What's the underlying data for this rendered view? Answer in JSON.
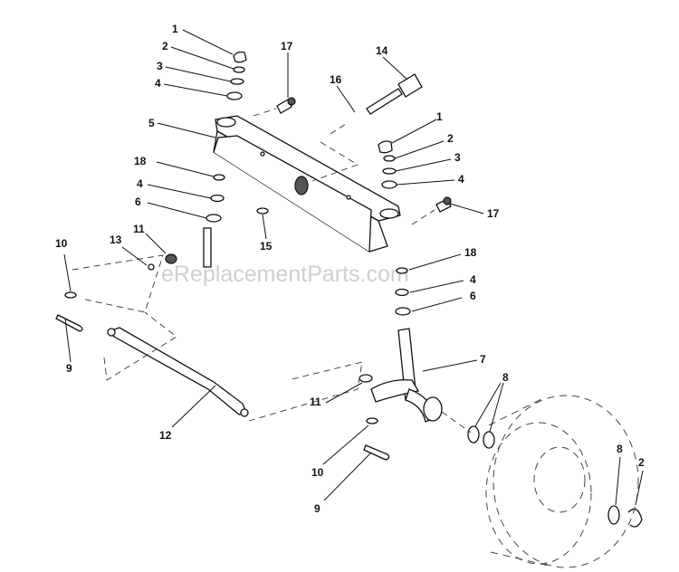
{
  "watermark": "eReplacementParts.com",
  "callouts": {
    "c1a": "1",
    "c2a": "2",
    "c3a": "3",
    "c4a": "4",
    "c5": "5",
    "c18a": "18",
    "c4b": "4",
    "c6a": "6",
    "c17a": "17",
    "c14": "14",
    "c16": "16",
    "c1b": "1",
    "c2b": "2",
    "c3b": "3",
    "c4c": "4",
    "c17b": "17",
    "c15": "15",
    "c10a": "10",
    "c13": "13",
    "c11a": "11",
    "c9a": "9",
    "c18b": "18",
    "c4d": "4",
    "c6b": "6",
    "c7": "7",
    "c8a": "8",
    "c12": "12",
    "c11b": "11",
    "c10b": "10",
    "c9b": "9",
    "c8b": "8",
    "c2c": "2"
  }
}
